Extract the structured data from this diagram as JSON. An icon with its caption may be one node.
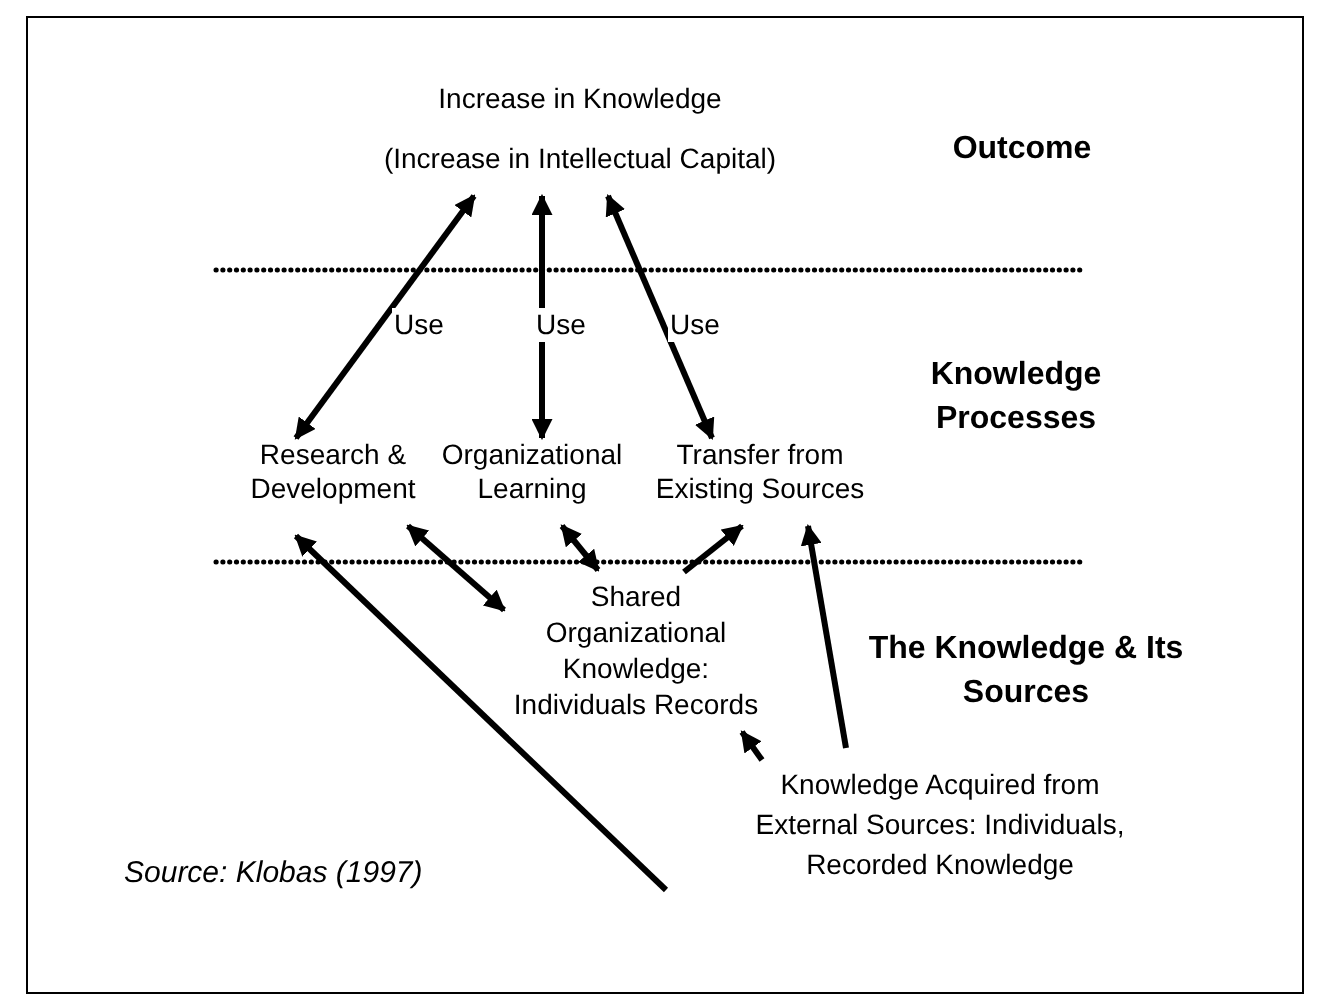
{
  "diagram": {
    "nodes": [
      {
        "text": [
          "Increase in Knowledge",
          "(Increase in Intellectual Capital)"
        ]
      },
      {
        "text": [
          "Research & Development"
        ]
      },
      {
        "text": [
          "Organizational Learning"
        ]
      },
      {
        "text": [
          "Transfer from Existing Sources"
        ]
      },
      {
        "text": [
          "Shared Organizational Knowledge: Individuals Records"
        ]
      },
      {
        "text": [
          "Knowledge Acquired from External Sources: Individuals, Recorded Knowledge"
        ]
      }
    ],
    "edges": [
      {
        "from": 1,
        "to": 0,
        "arrow": "both",
        "label": "Use"
      },
      {
        "from": 2,
        "to": 0,
        "arrow": "both",
        "label": "Use"
      },
      {
        "from": 3,
        "to": 0,
        "arrow": "both",
        "label": "Use"
      },
      {
        "from": 4,
        "to": 1,
        "arrow": "both"
      },
      {
        "from": 4,
        "to": 2,
        "arrow": "both"
      },
      {
        "from": 4,
        "to": 3,
        "arrow": "to"
      },
      {
        "from": 5,
        "to": 3,
        "arrow": "to"
      },
      {
        "from": 5,
        "to": 4,
        "arrow": "to"
      },
      {
        "from": 5,
        "to": 1,
        "arrow": "to"
      }
    ],
    "labels": [
      "Outcome",
      "Knowledge Processes",
      "The Knowledge & Its Sources",
      "Source: Klobas (1997)"
    ]
  }
}
